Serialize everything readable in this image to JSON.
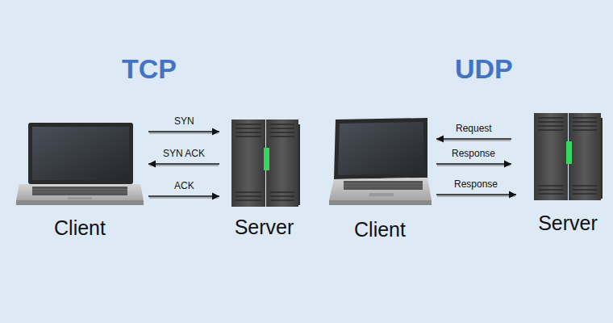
{
  "diagram": {
    "nodes": [
      {
        "text": [
          "Client"
        ]
      },
      {
        "text": [
          "Server"
        ]
      },
      {
        "text": [
          "Client"
        ]
      },
      {
        "text": [
          "Server"
        ]
      }
    ],
    "edges": [
      {
        "from": 0,
        "to": 1,
        "label": "SYN",
        "arrow": "to"
      },
      {
        "from": 1,
        "to": 0,
        "label": "SYN ACK",
        "arrow": "to"
      },
      {
        "from": 0,
        "to": 1,
        "label": "ACK",
        "arrow": "to"
      },
      {
        "from": 3,
        "to": 2,
        "label": "Request",
        "arrow": "to"
      },
      {
        "from": 2,
        "to": 3,
        "label": "Response",
        "arrow": "to"
      },
      {
        "from": 2,
        "to": 3,
        "label": "Response",
        "arrow": "to"
      }
    ],
    "labels": [
      "TCP",
      "UDP"
    ]
  }
}
